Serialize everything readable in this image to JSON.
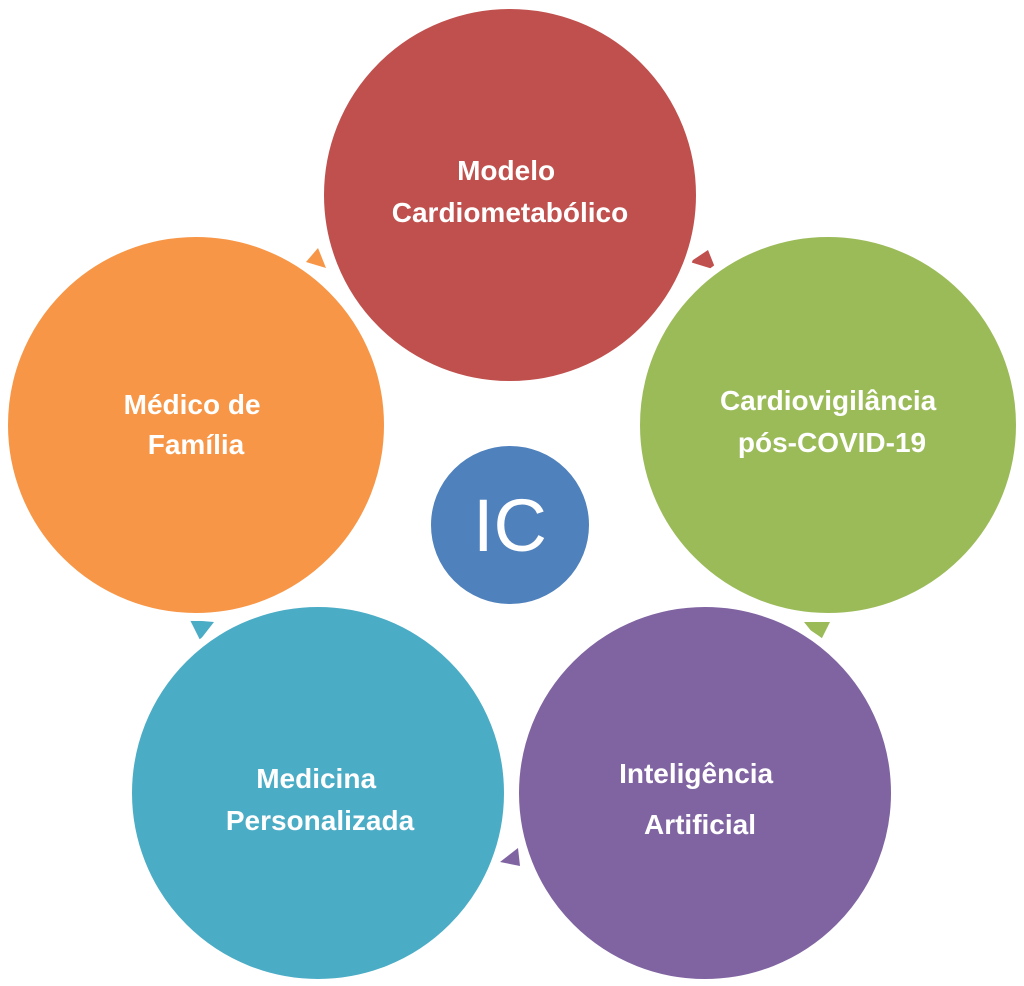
{
  "center": {
    "label": "IC",
    "color": "#4f81bd"
  },
  "nodes": [
    {
      "label_lines": [
        "Modelo",
        "Cardiometabólico"
      ],
      "color": "#c0504d"
    },
    {
      "label_lines": [
        "Cardiovigilância",
        "pós-COVID-19"
      ],
      "color": "#9bbb59"
    },
    {
      "label_lines": [
        "Inteligência",
        "Artificial"
      ],
      "color": "#8064a2"
    },
    {
      "label_lines": [
        "Medicina",
        "Personalizada"
      ],
      "color": "#4bacc6"
    },
    {
      "label_lines": [
        "Médico de",
        "Família"
      ],
      "color": "#f79646"
    }
  ]
}
